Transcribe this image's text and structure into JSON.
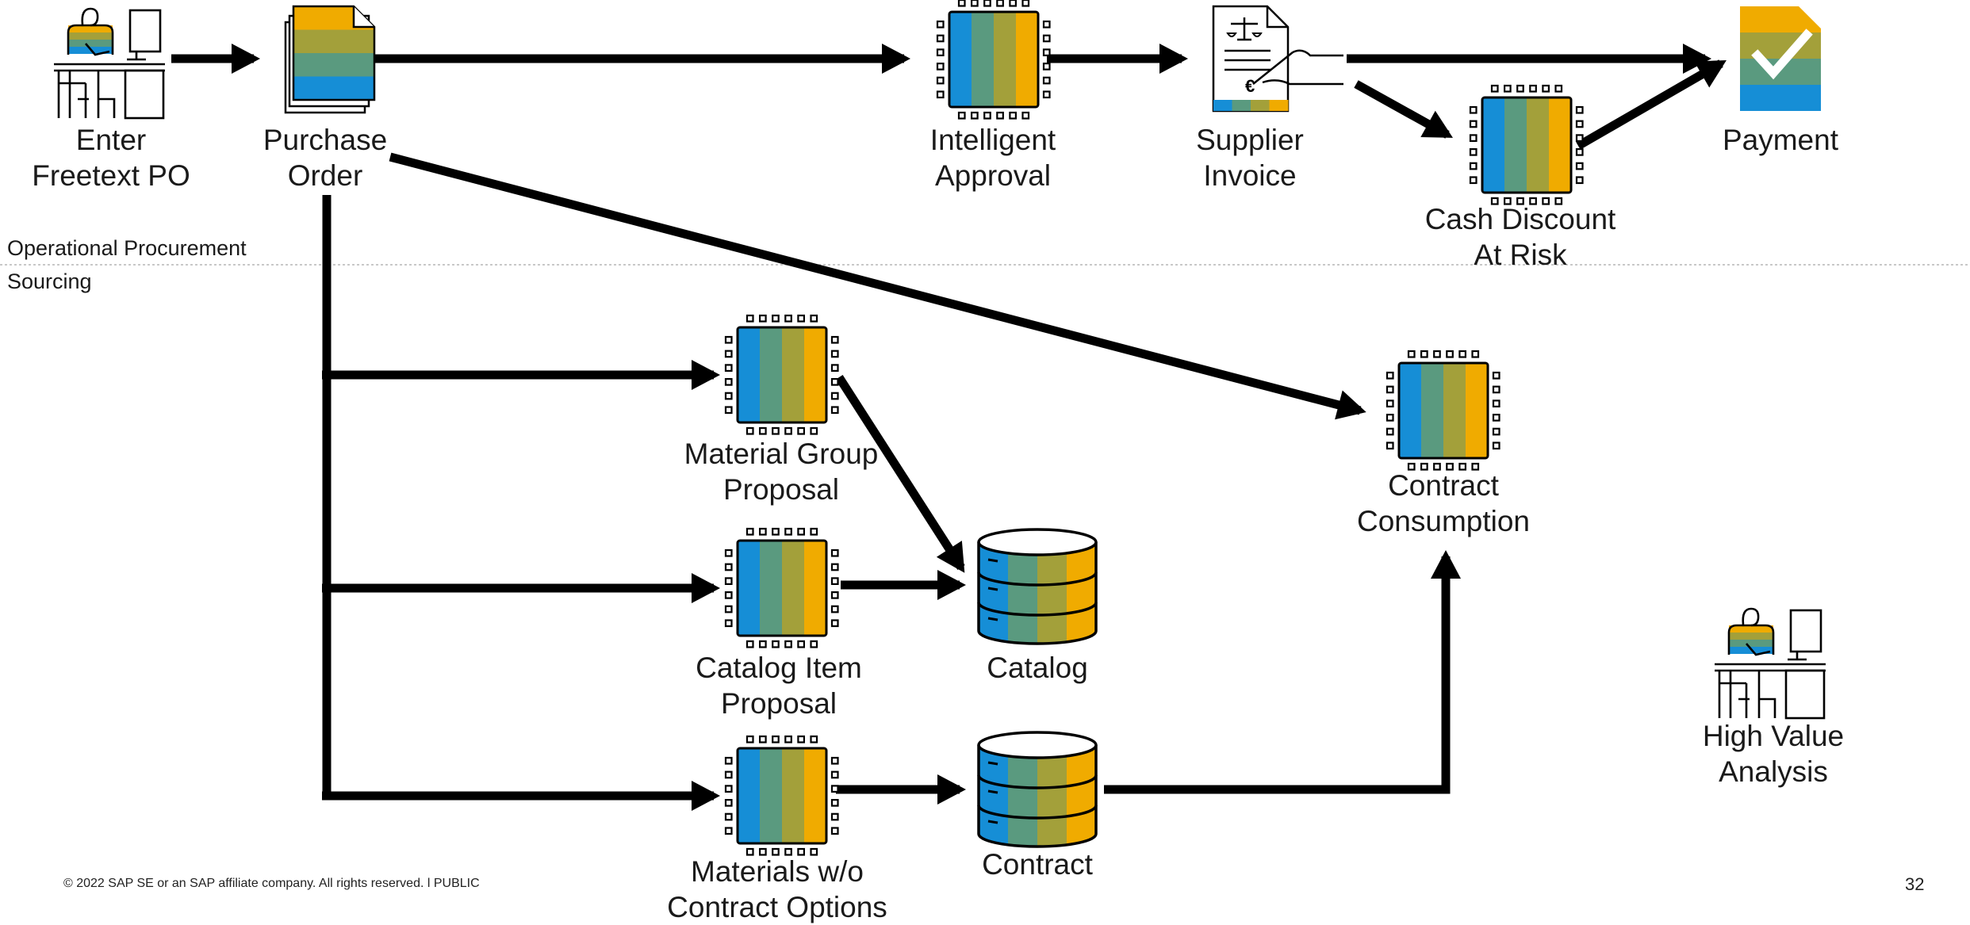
{
  "colors": {
    "blue": "#168ed6",
    "teal": "#5a9a7f",
    "olive": "#a3a03a",
    "gold": "#f0ab00",
    "line": "#000000"
  },
  "lanes": {
    "top": "Operational Procurement",
    "bottom": "Sourcing"
  },
  "nodes": {
    "enter_po": {
      "icon": "person-at-desk-icon",
      "line1": "Enter",
      "line2": "Freetext PO"
    },
    "purchase_order": {
      "icon": "document-stack-icon",
      "line1": "Purchase",
      "line2": "Order"
    },
    "intelligent_approval": {
      "icon": "ai-chip-icon",
      "line1": "Intelligent",
      "line2": "Approval"
    },
    "supplier_invoice": {
      "icon": "signed-invoice-icon",
      "line1": "Supplier",
      "line2": "Invoice",
      "currency": "€"
    },
    "cash_discount": {
      "icon": "ai-chip-icon",
      "line1": "Cash Discount",
      "line2": "At Risk"
    },
    "payment": {
      "icon": "checked-document-icon",
      "line1": "Payment"
    },
    "material_group": {
      "icon": "ai-chip-icon",
      "line1": "Material Group",
      "line2": "Proposal"
    },
    "catalog_item": {
      "icon": "ai-chip-icon",
      "line1": "Catalog Item",
      "line2": "Proposal"
    },
    "materials_contract": {
      "icon": "ai-chip-icon",
      "line1": "Materials w/o",
      "line2": "Contract Options"
    },
    "catalog": {
      "icon": "database-icon",
      "line1": "Catalog"
    },
    "contract": {
      "icon": "database-icon",
      "line1": "Contract"
    },
    "contract_consumption": {
      "icon": "ai-chip-icon",
      "line1": "Contract",
      "line2": "Consumption"
    },
    "high_value": {
      "icon": "person-at-desk-icon",
      "line1": "High Value",
      "line2": "Analysis"
    }
  },
  "footer": {
    "copyright": "© 2022 SAP SE or an SAP affiliate company. All rights reserved.  l   PUBLIC",
    "page": "32"
  }
}
